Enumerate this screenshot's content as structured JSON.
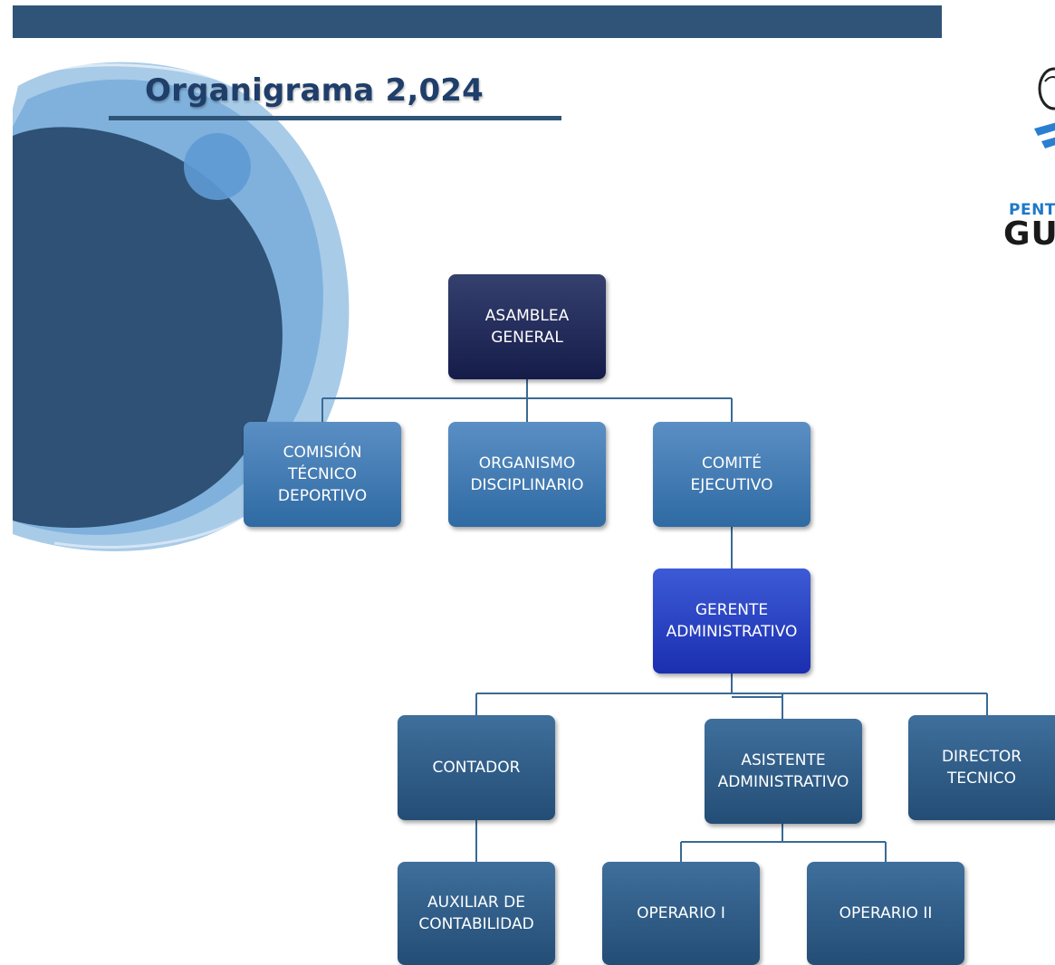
{
  "title": "Organigrama 2,024",
  "logo": {
    "text_top": "PENT",
    "text_bottom": "GU"
  },
  "colors": {
    "banner": "#2f5477",
    "title": "#1f3e6a",
    "top_node": "#151c4a",
    "committee_node": "#3f78b0",
    "manager_node": "#2238c0",
    "staff_node": "#2f5d88",
    "connector": "#3a6a94"
  },
  "org_chart": {
    "asamblea": "ASAMBLEA\nGENERAL",
    "comision": "COMISIÓN\nTÉCNICO\nDEPORTIVO",
    "organismo": "ORGANISMO\nDISCIPLINARIO",
    "comite": "COMITÉ\nEJECUTIVO",
    "gerente": "GERENTE\nADMINISTRATIVO",
    "contador": "CONTADOR",
    "asistente": "ASISTENTE\nADMINISTRATIVO",
    "director": "DIRECTOR\nTECNICO",
    "auxiliar": "AUXILIAR DE\nCONTABILIDAD",
    "operario1": "OPERARIO I",
    "operario2": "OPERARIO II"
  }
}
